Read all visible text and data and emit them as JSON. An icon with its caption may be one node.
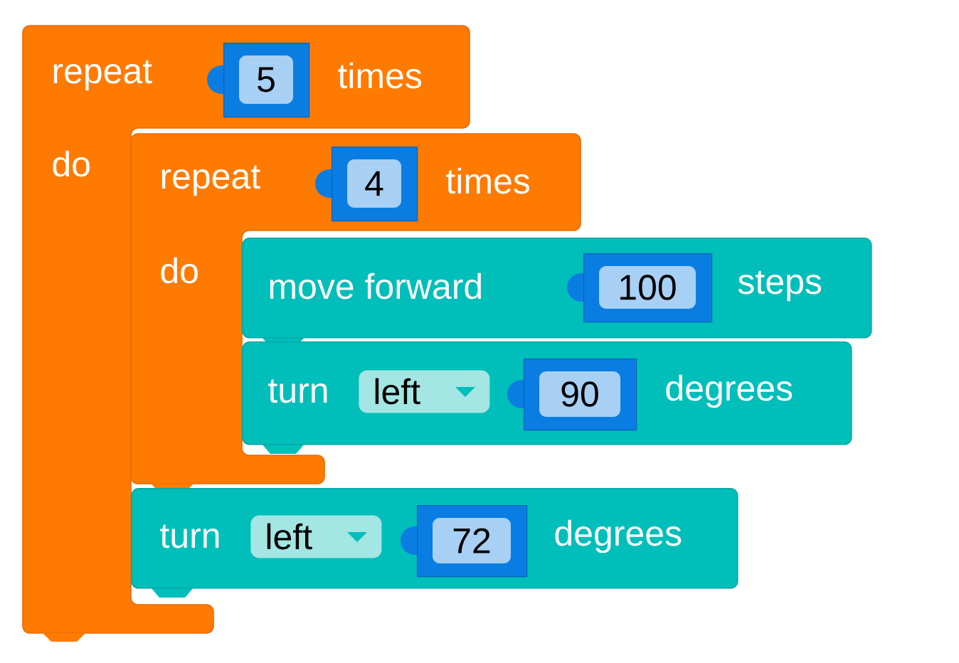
{
  "diagram": {
    "nodes": [
      {
        "text": [
          "repeat",
          "times",
          "do"
        ]
      },
      {
        "text": [
          "5"
        ],
        "in": 0
      },
      {
        "text": [
          "repeat",
          "times",
          "do"
        ]
      },
      {
        "text": [
          "4"
        ],
        "in": 2
      },
      {
        "text": [
          "move forward",
          "steps"
        ]
      },
      {
        "text": [
          "100"
        ],
        "in": 4
      },
      {
        "text": [
          "turn",
          "degrees"
        ]
      },
      {
        "text": [
          "left"
        ],
        "in": 6
      },
      {
        "text": [
          "90"
        ],
        "in": 6
      },
      {
        "text": [
          "turn",
          "degrees"
        ]
      },
      {
        "text": [
          "left"
        ],
        "in": 9
      },
      {
        "text": [
          "72"
        ],
        "in": 9
      }
    ]
  }
}
